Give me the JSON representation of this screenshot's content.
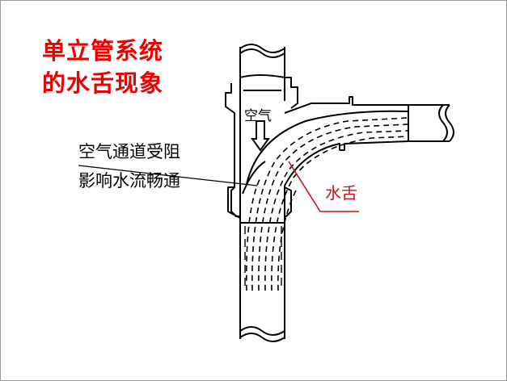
{
  "title": {
    "line1": "单立管系统",
    "line2": "的水舌现象",
    "color": "#ee0000"
  },
  "labels": {
    "air_in_pipe": "空气",
    "annotation_line1": "空气通道受阻",
    "annotation_line2": "影响水流畅通",
    "water_tongue": "水舌"
  },
  "colors": {
    "accent": "#cc1122",
    "line": "#000000"
  }
}
